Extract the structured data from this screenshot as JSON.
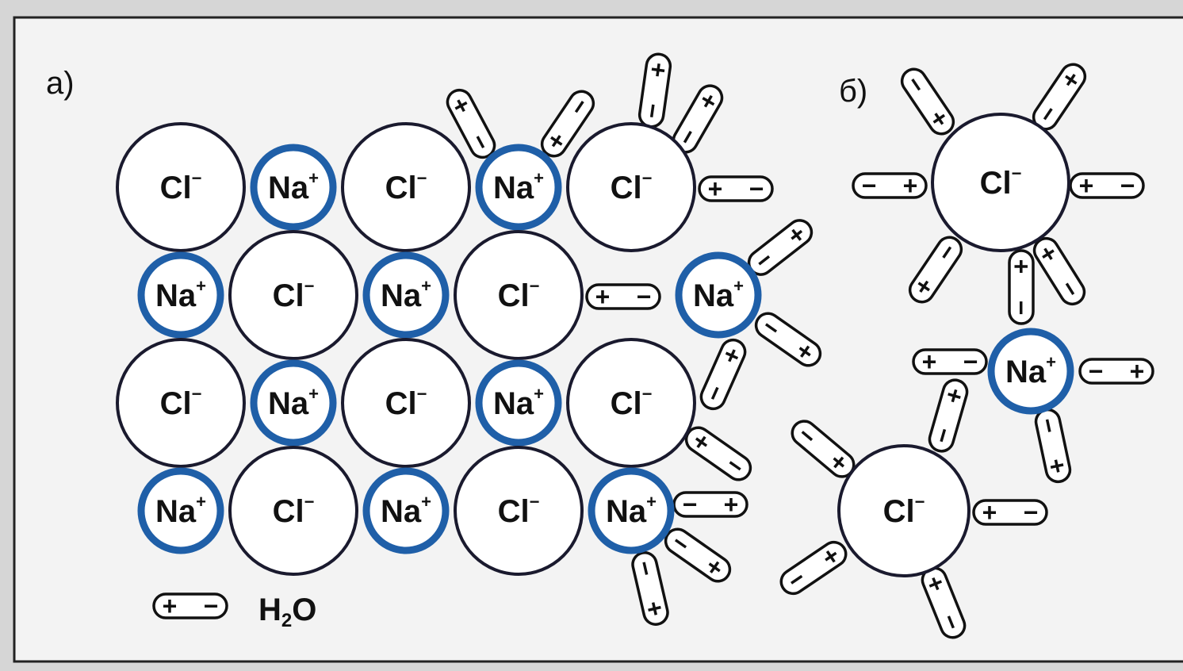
{
  "panels": {
    "a": {
      "label": "а)"
    },
    "b": {
      "label": "б)"
    }
  },
  "ions": {
    "chloride": {
      "symbol": "Cl",
      "charge": "−",
      "ring_color": "#1a1a2e"
    },
    "sodium": {
      "symbol": "Na",
      "charge": "+",
      "ring_color": "#1f5fa8"
    }
  },
  "water": {
    "plus": "+",
    "minus": "−"
  },
  "legend": {
    "formula": "H",
    "subscript": "2",
    "formula_end": "O"
  },
  "colors": {
    "background": "#d6d6d6",
    "panel": "#f3f3f3",
    "ion_fill": "#ffffff",
    "outline": "#111111",
    "sodium_ring": "#1f5fa8"
  }
}
